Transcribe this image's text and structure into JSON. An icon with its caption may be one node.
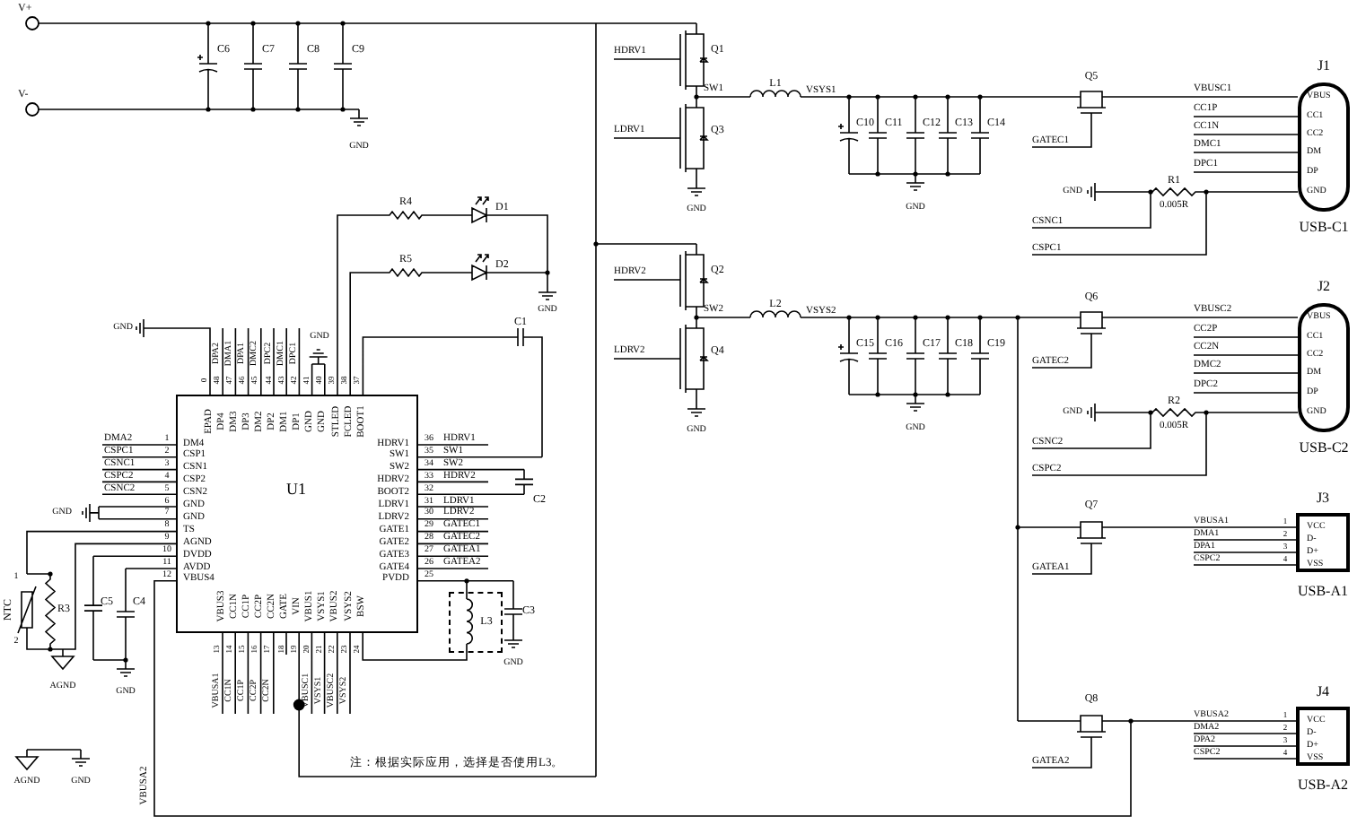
{
  "diagram": {
    "nodes": [
      {
        "text": [
          "U1",
          "DM4",
          "CSP1",
          "CSN1",
          "CSP2",
          "CSN2",
          "GND",
          "GND",
          "TS",
          "AGND",
          "DVDD",
          "AVDD",
          "VBUS4",
          "HDRV1",
          "SW1",
          "SW2",
          "HDRV2",
          "BOOT2",
          "LDRV1",
          "LDRV2",
          "GATE1",
          "GATE2",
          "GATE3",
          "GATE4",
          "PVDD",
          "EPAD",
          "DP4",
          "DM3",
          "DP3",
          "DM2",
          "DP2",
          "DM1",
          "DP1",
          "GND",
          "GND",
          "STLED",
          "FCLED",
          "BOOT1",
          "VBUS3",
          "CC1N",
          "CC1P",
          "CC2P",
          "CC2N",
          "GATE",
          "VIN",
          "VBUS1",
          "VSYS1",
          "VBUS2",
          "VSYS2",
          "BSW"
        ]
      },
      {
        "text": [
          "L3"
        ]
      },
      {
        "text": [
          "J1",
          "VBUS",
          "CC1",
          "CC2",
          "DM",
          "DP",
          "GND"
        ],
        "beside": [
          "USB-C1"
        ]
      },
      {
        "text": [
          "J2",
          "VBUS",
          "CC1",
          "CC2",
          "DM",
          "DP",
          "GND"
        ],
        "beside": [
          "USB-C2"
        ]
      },
      {
        "text": [
          "J3",
          "VCC",
          "D-",
          "D+",
          "VSS"
        ],
        "beside": [
          "USB-A1"
        ]
      },
      {
        "text": [
          "J4",
          "VCC",
          "D-",
          "D+",
          "VSS"
        ],
        "beside": [
          "USB-A2"
        ]
      }
    ],
    "labels": [
      "V+",
      "V-",
      "C6",
      "C7",
      "C8",
      "C9",
      "GND",
      "R4",
      "D1",
      "R5",
      "D2",
      "GND",
      "GND",
      "GND",
      "C1",
      "DPA2",
      "DMA1",
      "DPA1",
      "DMC2",
      "DPC2",
      "DMC1",
      "DPC1",
      "0",
      "48",
      "47",
      "46",
      "45",
      "44",
      "43",
      "42",
      "41",
      "40",
      "39",
      "38",
      "37",
      "DMA2",
      "CSPC1",
      "CSNC1",
      "CSPC2",
      "CSNC2",
      "1",
      "2",
      "3",
      "4",
      "5",
      "6",
      "7",
      "8",
      "9",
      "10",
      "11",
      "12",
      "GND",
      "36",
      "35",
      "34",
      "33",
      "32",
      "31",
      "30",
      "29",
      "28",
      "27",
      "26",
      "25",
      "HDRV1",
      "SW1",
      "SW2",
      "HDRV2",
      "LDRV1",
      "LDRV2",
      "GATEC1",
      "GATEC2",
      "GATEA1",
      "GATEA2",
      "C2",
      "C3",
      "GND",
      "13",
      "14",
      "15",
      "16",
      "17",
      "18",
      "19",
      "20",
      "21",
      "22",
      "23",
      "24",
      "VBUSA1",
      "CC1N",
      "CC1P",
      "CC2P",
      "CC2N",
      "VBUSC1",
      "VSYS1",
      "VBUSC2",
      "VSYS2",
      "NTC",
      "R3",
      "1",
      "2",
      "AGND",
      "C5",
      "C4",
      "GND",
      "AGND",
      "GND",
      "VBUSA2",
      "注：根据实际应用，选择是否使用L3。",
      "HDRV1",
      "Q1",
      "SW1",
      "L1",
      "VSYS1",
      "LDRV1",
      "Q3",
      "GND",
      "C10",
      "C11",
      "C12",
      "C13",
      "C14",
      "GND",
      "Q5",
      "GATEC1",
      "VBUSC1",
      "CC1P",
      "CC1N",
      "DMC1",
      "DPC1",
      "GND",
      "R1",
      "0.005R",
      "CSNC1",
      "CSPC1",
      "HDRV2",
      "Q2",
      "SW2",
      "L2",
      "VSYS2",
      "LDRV2",
      "Q4",
      "GND",
      "C15",
      "C16",
      "C17",
      "C18",
      "C19",
      "GND",
      "Q6",
      "GATEC2",
      "VBUSC2",
      "CC2P",
      "CC2N",
      "DMC2",
      "DPC2",
      "GND",
      "R2",
      "0.005R",
      "CSNC2",
      "CSPC2",
      "Q7",
      "GATEA1",
      "VBUSA1",
      "DMA1",
      "DPA1",
      "CSPC2",
      "1",
      "2",
      "3",
      "4",
      "Q8",
      "GATEA2",
      "VBUSA2",
      "DMA2",
      "DPA2",
      "CSPC2",
      "1",
      "2",
      "3",
      "4"
    ]
  }
}
